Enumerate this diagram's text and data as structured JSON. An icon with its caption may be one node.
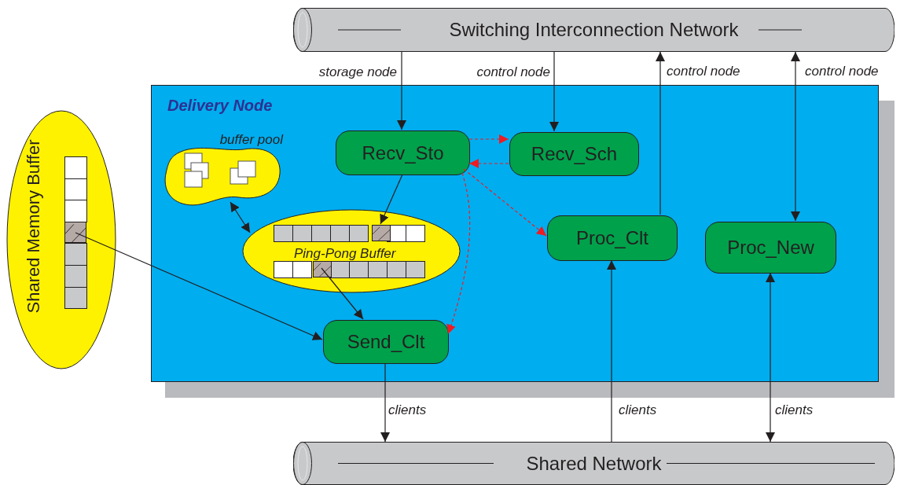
{
  "diagram": {
    "nodes": [
      {
        "text": [
          "Switching Interconnection Network"
        ]
      },
      {
        "text": [
          "Delivery Node"
        ]
      },
      {
        "text": [
          "buffer pool"
        ],
        "in": 1
      },
      {
        "text": [
          "Ping-Pong Buffer"
        ],
        "in": 1
      },
      {
        "text": [],
        "shape": "box",
        "in": 3
      },
      {
        "text": [],
        "shape": "box",
        "in": 3
      },
      {
        "text": [
          "Recv_Sto"
        ],
        "in": 1
      },
      {
        "text": [
          "Recv_Sch"
        ],
        "in": 1
      },
      {
        "text": [
          "Proc_Clt"
        ],
        "in": 1
      },
      {
        "text": [
          "Proc_New"
        ],
        "in": 1
      },
      {
        "text": [
          "Send_Clt"
        ],
        "in": 1
      },
      {
        "text": [
          "Shared Memory Buffer"
        ]
      },
      {
        "text": [],
        "shape": "box",
        "in": 11
      },
      {
        "text": [
          "Shared Network"
        ]
      }
    ],
    "edges": [
      {
        "from": 0,
        "to": 6,
        "arrow": "to",
        "label": "storage node"
      },
      {
        "from": 0,
        "to": 7,
        "arrow": "to",
        "label": "control node"
      },
      {
        "from": 8,
        "to": 0,
        "arrow": "to",
        "label": "control node"
      },
      {
        "from": 0,
        "to": 9,
        "arrow": "both",
        "label": "control node"
      },
      {
        "from": 6,
        "to": 7,
        "arrow": "to",
        "style": "dashed",
        "color": "#ed1c24"
      },
      {
        "from": 7,
        "to": 6,
        "arrow": "to",
        "style": "dashed",
        "color": "#ed1c24"
      },
      {
        "from": 6,
        "to": 8,
        "arrow": "to",
        "style": "dashed",
        "color": "#ed1c24"
      },
      {
        "from": 6,
        "to": 10,
        "arrow": "to",
        "style": "dashed",
        "color": "#ed1c24"
      },
      {
        "from": 2,
        "to": 3,
        "arrow": "both"
      },
      {
        "from": 6,
        "to": 4,
        "arrow": "to"
      },
      {
        "from": 5,
        "to": 10,
        "arrow": "to"
      },
      {
        "from": 12,
        "to": 10,
        "arrow": "to"
      },
      {
        "from": 10,
        "to": 13,
        "arrow": "to",
        "label": "clients"
      },
      {
        "from": 13,
        "to": 8,
        "arrow": "to",
        "label": "clients"
      },
      {
        "from": 9,
        "to": 13,
        "arrow": "both",
        "label": "clients"
      }
    ]
  }
}
